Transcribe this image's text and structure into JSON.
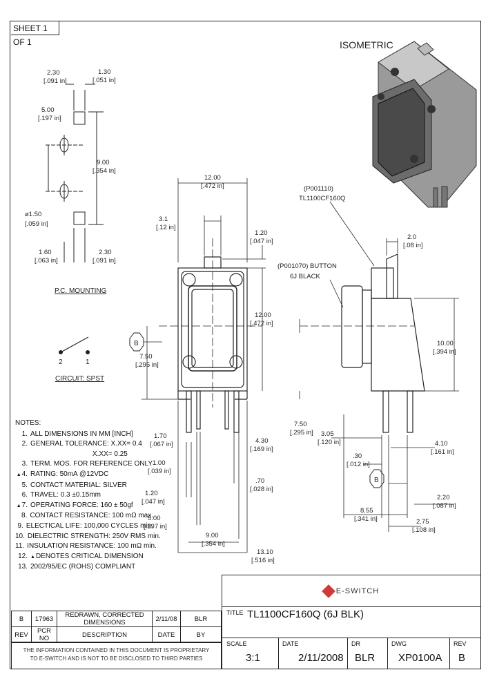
{
  "sheet": "SHEET 1 OF 1",
  "isometric_label": "ISOMETRIC",
  "pcb": {
    "label": "P.C. MOUNTING",
    "dims": [
      "2.30",
      "[.091 in]",
      "1.30",
      "[.051 in]",
      "5.00",
      "[.197 in]",
      "9.00",
      "[.354 in]",
      "ø1.50",
      "[.059 in]",
      "1.60",
      "[.063 in]",
      "2.30",
      "[.091 in]"
    ]
  },
  "circuit": {
    "label": "CIRCUIT: SPST",
    "pin2": "2",
    "pin1": "1"
  },
  "front_dims": {
    "d1": "12.00",
    "d1i": "[.472 in]",
    "d2": "3.1",
    "d2i": "[.12 in]",
    "d3": "1.20",
    "d3i": "[.047 in]",
    "d4": "12.00",
    "d4i": "[.472 in]",
    "d5": "7.50",
    "d5i": "[.295 in]",
    "d6": "1.70",
    "d6i": "[.067 in]",
    "d7": "4.30",
    "d7i": "[.169 in]",
    "d8": "1.00",
    "d8i": "[.039 in]",
    "d9": ".70",
    "d9i": "[.028 in]",
    "d10": "1.20",
    "d10i": "[.047 in]",
    "d11": "5.00",
    "d11i": "[.197 in]",
    "d12": "9.00",
    "d12i": "[.354 in]",
    "d13": "13.10",
    "d13i": "[.516 in]"
  },
  "side_labels": {
    "part1": "(P001110)",
    "part2": "TL1100CF160Q",
    "btn1": "(P001070) BUTTON",
    "btn2": "6J BLACK",
    "d1": "2.0",
    "d1i": "[.08 in]",
    "d2": "10.00",
    "d2i": "[.394 in]",
    "d3": "7.50",
    "d3i": "[.295 in]",
    "d4": "3.05",
    "d4i": "[.120 in]",
    "d5": "4.10",
    "d5i": "[.161 in]",
    "d6": ".30",
    "d6i": "[.012 in]",
    "d7": "2.20",
    "d7i": "[.087 in]",
    "d8": "8.55",
    "d8i": "[.341 in]",
    "d9": "2.75",
    "d9i": "[.108 in]"
  },
  "balloon": "B",
  "notes": {
    "title": "NOTES:",
    "items": [
      {
        "n": "1.",
        "t": "ALL DIMENSIONS IN MM [INCH]",
        "crit": false
      },
      {
        "n": "2.",
        "t": "GENERAL TOLERANCE: X.XX= 0.4",
        "crit": false
      },
      {
        "n": "",
        "t": "X.XX= 0.25",
        "crit": false
      },
      {
        "n": "3.",
        "t": "TERM. MOS. FOR REFERENCE ONLY",
        "crit": false
      },
      {
        "n": "4.",
        "t": "RATING: 50mA @12VDC",
        "crit": true
      },
      {
        "n": "5.",
        "t": "CONTACT MATERIAL: SILVER",
        "crit": false
      },
      {
        "n": "6.",
        "t": "TRAVEL: 0.3 ±0.15mm",
        "crit": false
      },
      {
        "n": "7.",
        "t": "OPERATING FORCE: 160 ± 50gf",
        "crit": true
      },
      {
        "n": "8.",
        "t": "CONTACT RESISTANCE: 100 mΩ max.",
        "crit": false
      },
      {
        "n": "9.",
        "t": "ELECTICAL LIFE: 100,000 CYCLES min.",
        "crit": false
      },
      {
        "n": "10.",
        "t": "DIELECTRIC STRENGTH: 250V RMS min.",
        "crit": false
      },
      {
        "n": "11.",
        "t": "INSULATION RESISTANCE: 100 mΩ min.",
        "crit": false
      },
      {
        "n": "12.",
        "t": "DENOTES CRITICAL DIMENSION",
        "crit": true
      },
      {
        "n": "13.",
        "t": "2002/95/EC (ROHS) COMPLIANT",
        "crit": false
      }
    ]
  },
  "revisions": {
    "row": {
      "rev": "B",
      "pcr": "17963",
      "desc": "REDRAWN, CORRECTED DIMENSIONS",
      "date": "2/11/08",
      "by": "BLR"
    },
    "headers": {
      "rev": "REV",
      "pcr": "PCR NO",
      "desc": "DESCRIPTION",
      "date": "DATE",
      "by": "BY"
    }
  },
  "proprietary": {
    "line1": "THE INFORMATION CONTAINED IN THIS DOCUMENT IS PROPRIETARY",
    "line2": "TO E-SWITCH AND IS NOT TO BE DISCLOSED TO THIRD PARTIES"
  },
  "title_block": {
    "logo": "E-SWITCH",
    "title_label": "TITLE",
    "title": "TL1100CF160Q (6J BLK)",
    "scale_label": "SCALE",
    "scale": "3:1",
    "date_label": "DATE",
    "date": "2/11/2008",
    "dr_label": "DR",
    "dr": "BLR",
    "dwg_label": "DWG",
    "dwg": "XP0100A",
    "rev_label": "REV",
    "rev": "B"
  }
}
